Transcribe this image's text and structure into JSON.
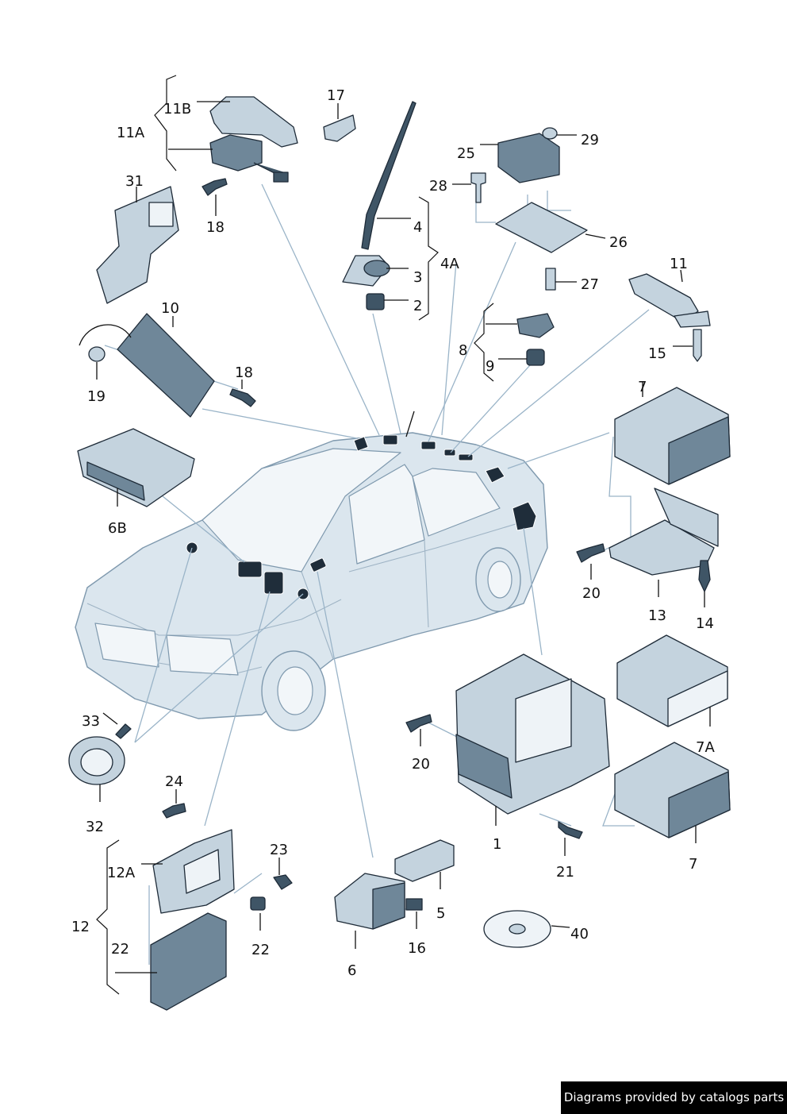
{
  "labels": {
    "l1": "1",
    "l2": "2",
    "l3": "3",
    "l4": "4",
    "l4A": "4A",
    "l5": "5",
    "l6": "6",
    "l6B": "6B",
    "l7a": "7",
    "l7b": "7",
    "l7A": "7A",
    "l8": "8",
    "l9": "9",
    "l10": "10",
    "l11": "11",
    "l11A": "11A",
    "l11B": "11B",
    "l12": "12",
    "l12A": "12A",
    "l13": "13",
    "l14": "14",
    "l15": "15",
    "l16": "16",
    "l17": "17",
    "l18a": "18",
    "l18b": "18",
    "l19": "19",
    "l20a": "20",
    "l20b": "20",
    "l21": "21",
    "l22a": "22",
    "l22b": "22",
    "l23": "23",
    "l24": "24",
    "l25": "25",
    "l26": "26",
    "l27": "27",
    "l28": "28",
    "l29": "29",
    "l31": "31",
    "l32": "32",
    "l33": "33",
    "l40": "40"
  },
  "footer": {
    "credit": "Diagrams provided by catalogs parts"
  },
  "colors": {
    "part_fill": "#6f8799",
    "part_light": "#c4d3de",
    "car_body": "#dbe6ee",
    "connector_line": "#9ab4c8",
    "label_text": "#111111"
  }
}
